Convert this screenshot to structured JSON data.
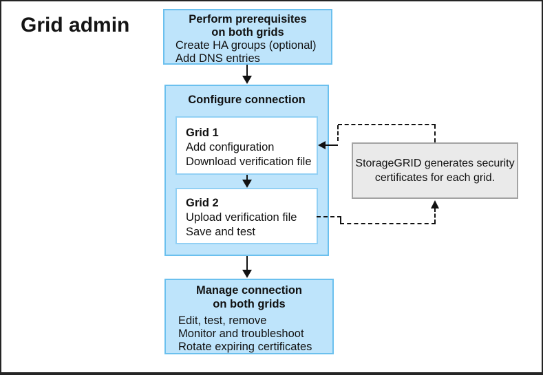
{
  "diagram": {
    "label": "Grid admin",
    "prerequisites_box": {
      "title_line1": "Perform prerequisites",
      "title_line2": "on both grids",
      "items": [
        "Create HA groups (optional)",
        "Add DNS entries"
      ]
    },
    "configure_box": {
      "title": "Configure connection",
      "grid1": {
        "title": "Grid 1",
        "items": [
          "Add configuration",
          "Download verification file"
        ]
      },
      "grid2": {
        "title": "Grid 2",
        "items": [
          "Upload verification file",
          "Save and test"
        ]
      }
    },
    "manage_box": {
      "title_line1": "Manage connection",
      "title_line2": "on both grids",
      "items": [
        "Edit, test, remove",
        "Monitor and troubleshoot",
        "Rotate expiring certificates"
      ]
    },
    "callout_box": {
      "line1": "StorageGRID generates security",
      "line2": "certificates for each grid."
    },
    "colors": {
      "box_fill": "#BEE4FB",
      "box_border": "#6BC0EE",
      "inner_box_border": "#92D0F4",
      "callout_fill": "#EAEAEA",
      "callout_border": "#A3A3A3",
      "arrow": "#111111"
    }
  }
}
